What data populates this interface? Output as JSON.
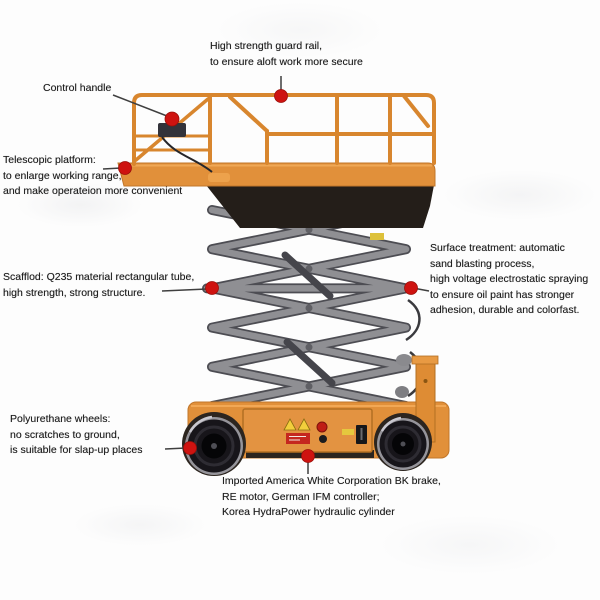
{
  "diagram_title": "Mobile scissor lift feature callout diagram",
  "colors": {
    "machine_orange": "#e1903a",
    "scissor_gray": "#8f8f93",
    "callout_dot_red": "#ce1310",
    "leader_line": "#3f3f3f",
    "text": "#1c1c1c",
    "background": "#fdfdfd"
  },
  "callouts": {
    "guard_rail": {
      "lines": [
        "High strength guard rail,",
        "to ensure aloft work more secure"
      ]
    },
    "control_handle": {
      "lines": [
        "Control handle"
      ]
    },
    "telescopic_platform": {
      "lines": [
        "Telescopic platform:",
        "to enlarge working range,",
        "and make operateion more convenient"
      ]
    },
    "scaffold": {
      "lines": [
        "Scafflod: Q235 material rectangular tube,",
        "high strength, strong structure."
      ]
    },
    "surface_treatment": {
      "lines": [
        "Surface treatment: automatic",
        "sand blasting process,",
        "high voltage electrostatic spraying",
        "to ensure oil paint has stronger",
        "adhesion, durable and colorfast."
      ]
    },
    "wheels": {
      "lines": [
        "Polyurethane wheels:",
        "no scratches to ground,",
        "is suitable for slap-up places"
      ]
    },
    "drive_components": {
      "lines": [
        "Imported America White Corporation BK brake,",
        "RE motor, German IFM controller;",
        "Korea HydraPower hydraulic cylinder"
      ]
    }
  }
}
